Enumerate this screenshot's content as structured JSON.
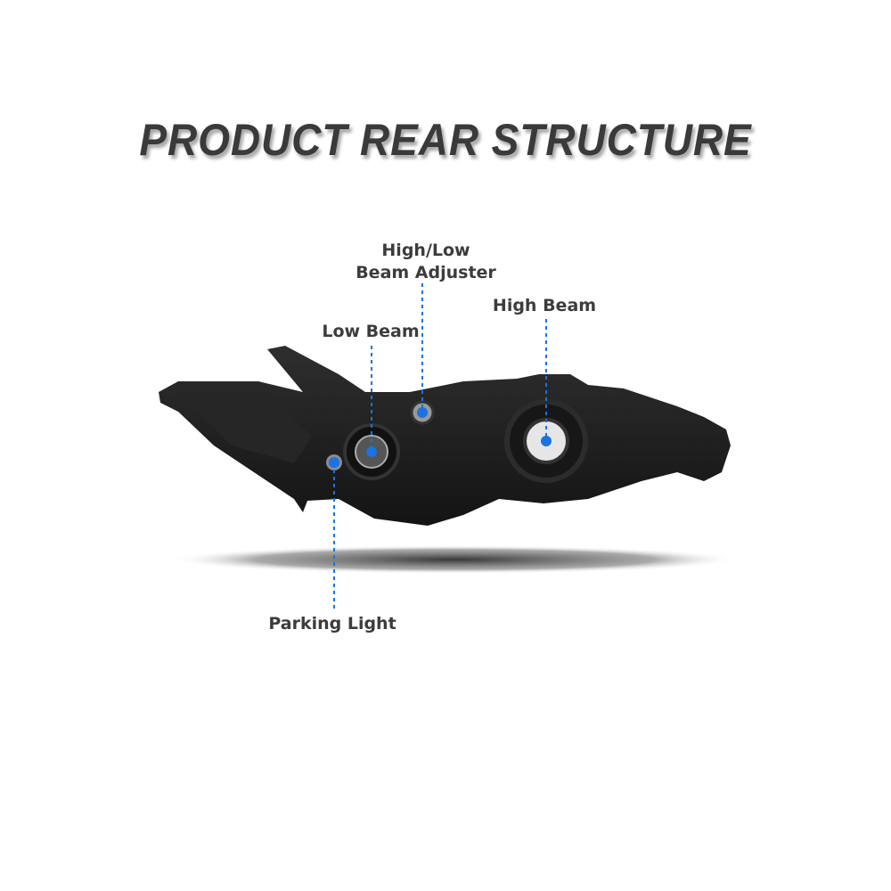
{
  "title": "PRODUCT REAR STRUCTURE",
  "colors": {
    "accent": "#1a73e0",
    "housing": "#1c1c1c",
    "title": "#3a3a3a"
  },
  "callouts": [
    {
      "id": "adjuster",
      "line1": "High/Low",
      "line2": "Beam Adjuster"
    },
    {
      "id": "high-beam",
      "label": "High Beam"
    },
    {
      "id": "low-beam",
      "label": "Low Beam"
    },
    {
      "id": "parking-light",
      "label": "Parking Light"
    }
  ]
}
